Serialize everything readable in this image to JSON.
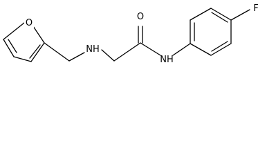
{
  "molecule": {
    "atoms": {
      "furan_oxygen": "O",
      "amine_nitrogen": "NH",
      "carbonyl_oxygen": "O",
      "amide_nitrogen": "NH",
      "fluorine": "F"
    }
  },
  "colors": {
    "bond": "#000000",
    "background": "#ffffff"
  }
}
